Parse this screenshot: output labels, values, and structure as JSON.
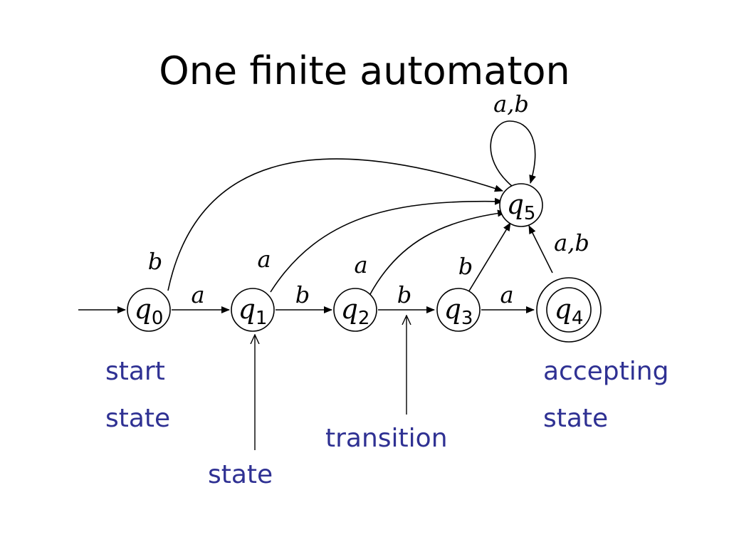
{
  "slide": {
    "title": "One finite automaton"
  },
  "states": [
    {
      "id": "q0",
      "letter": "q",
      "index": "0",
      "accepting": false,
      "start": true
    },
    {
      "id": "q1",
      "letter": "q",
      "index": "1",
      "accepting": false,
      "start": false
    },
    {
      "id": "q2",
      "letter": "q",
      "index": "2",
      "accepting": false,
      "start": false
    },
    {
      "id": "q3",
      "letter": "q",
      "index": "3",
      "accepting": false,
      "start": false
    },
    {
      "id": "q4",
      "letter": "q",
      "index": "4",
      "accepting": true,
      "start": false
    },
    {
      "id": "q5",
      "letter": "q",
      "index": "5",
      "accepting": false,
      "start": false
    }
  ],
  "transitions": [
    {
      "from": "q0",
      "to": "q1",
      "label": "a"
    },
    {
      "from": "q1",
      "to": "q2",
      "label": "b"
    },
    {
      "from": "q2",
      "to": "q3",
      "label": "b"
    },
    {
      "from": "q3",
      "to": "q4",
      "label": "a"
    },
    {
      "from": "q0",
      "to": "q5",
      "label": "b"
    },
    {
      "from": "q1",
      "to": "q5",
      "label": "a"
    },
    {
      "from": "q2",
      "to": "q5",
      "label": "a"
    },
    {
      "from": "q3",
      "to": "q5",
      "label": "b"
    },
    {
      "from": "q4",
      "to": "q5",
      "label": "a,b"
    },
    {
      "from": "q5",
      "to": "q5",
      "label": "a,b"
    }
  ],
  "annotations": {
    "start_state": [
      "start",
      "state"
    ],
    "state": "state",
    "transition": "transition",
    "accepting_state": [
      "accepting",
      "state"
    ]
  },
  "colors": {
    "annotation_text": "#2f3193",
    "diagram_ink": "#000000",
    "background": "#ffffff"
  }
}
